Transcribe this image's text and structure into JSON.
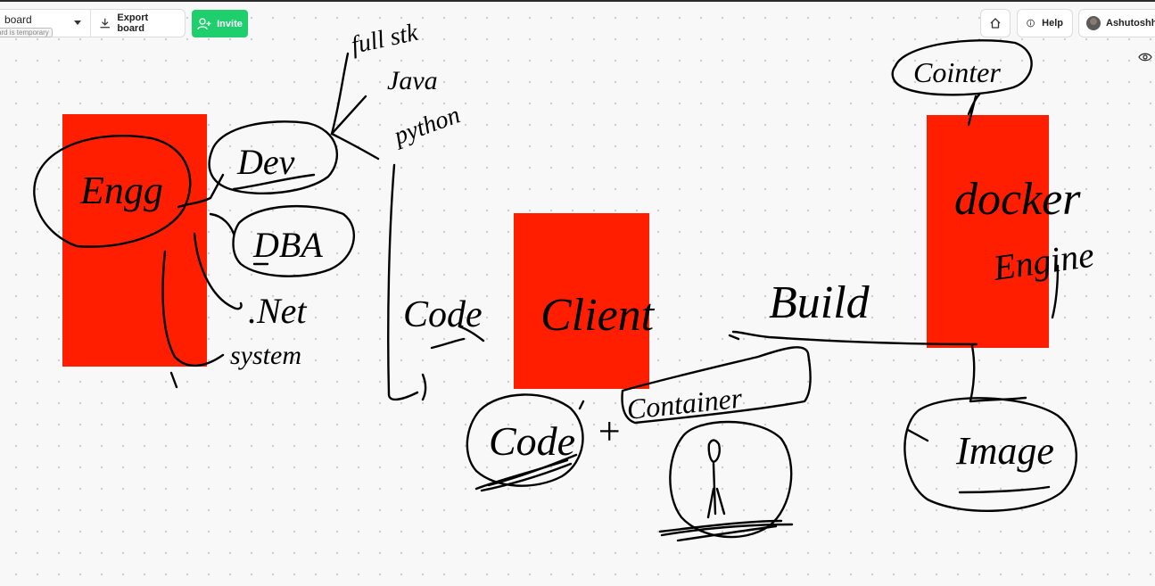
{
  "toolbar": {
    "board_name": "board",
    "board_note": "ard is temporary",
    "export_label": "Export board",
    "invite_label": "Invite",
    "help_label": "Help",
    "user_name": "Ashutoshh Si"
  },
  "icons": {
    "board_menu": "chevron-down-icon",
    "export": "download-icon",
    "invite": "add-user-icon",
    "home": "home-icon",
    "help": "info-icon",
    "view": "eye-icon"
  },
  "colors": {
    "invite": "#1fcf6e",
    "block": "#ff1f00",
    "ink": "#000000"
  },
  "handwriting": {
    "engg": "Engg",
    "dev": "Dev",
    "dba": "DBA",
    "net": ".Net",
    "system": "system",
    "fullstack": "full stk",
    "java": "Java",
    "python": "python",
    "code_side": "Code",
    "client": "Client",
    "build": "Build",
    "docker": "docker",
    "engine": "Engine",
    "container_top": "Cointer",
    "code_circle": "Code",
    "plus": "+",
    "container": "Container",
    "image": "Image"
  }
}
